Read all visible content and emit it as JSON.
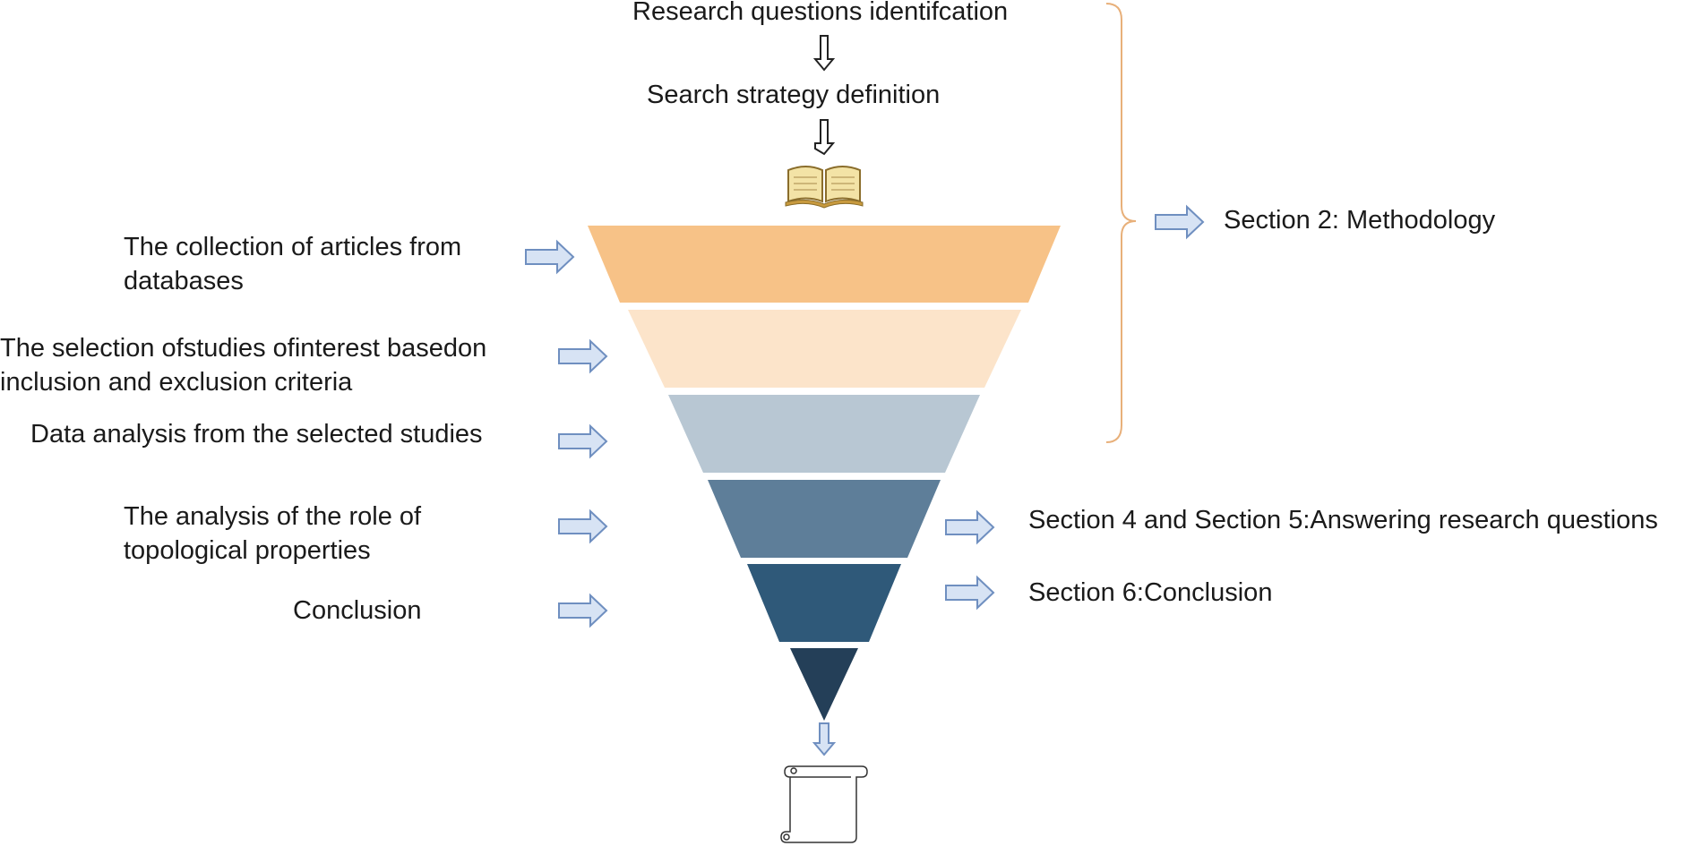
{
  "top_steps": {
    "step1": "Research questions identifcation",
    "step2": "Search strategy definition"
  },
  "left_labels": {
    "collection": [
      "The collection of articles from",
      "databases"
    ],
    "selection": [
      "The selection ofstudies ofinterest basedon",
      "inclusion and exclusion criteria"
    ],
    "data_analysis": "Data analysis from the selected studies",
    "topological": [
      "The analysis of the role of",
      "topological properties"
    ],
    "conclusion": "Conclusion"
  },
  "right_labels": {
    "methodology": "Section 2: Methodology",
    "answering": "Section 4 and Section 5:Answering research questions",
    "conclusion": "Section 6:Conclusion"
  },
  "icons": {
    "top": "open-book-icon",
    "bottom": "scroll-icon"
  },
  "colors": {
    "tier1": "#F7C287",
    "tier2": "#FCE4CA",
    "tier3": "#B8C7D3",
    "tier4": "#5E7E99",
    "tier5": "#2F5979",
    "tier6": "#243F58",
    "arrow_fill": "#D7E3F4",
    "arrow_stroke": "#6F8FC0",
    "brace": "#E8B07A"
  }
}
